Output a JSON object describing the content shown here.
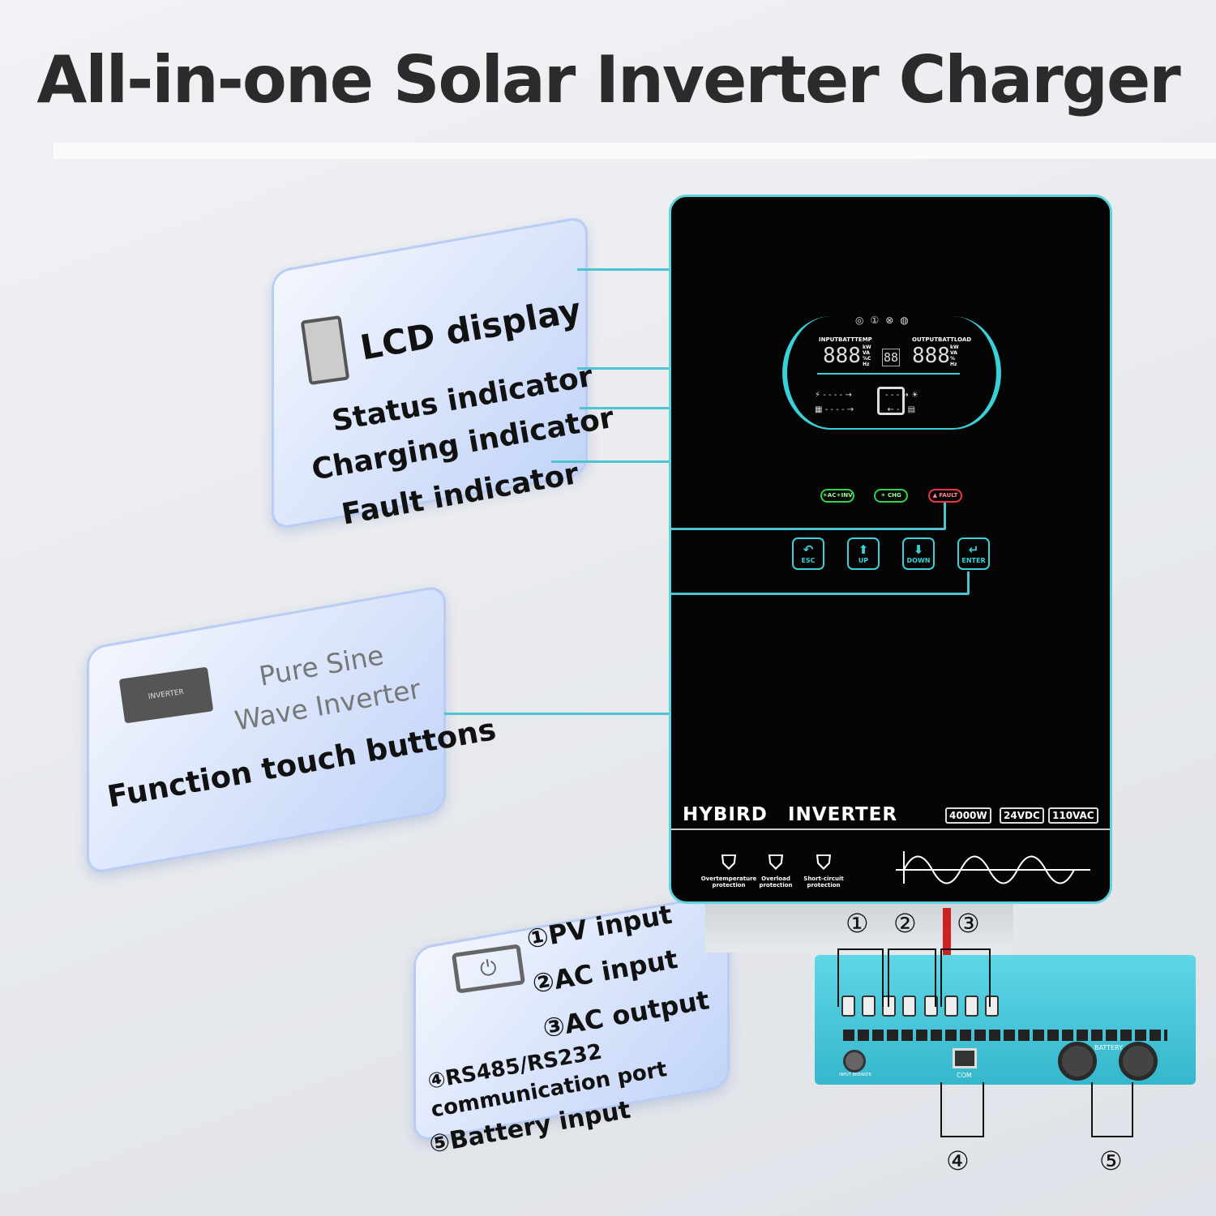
{
  "title": "All-in-one Solar Inverter Charger",
  "callouts": {
    "lcd": {
      "heading": "LCD display",
      "items": [
        "Status indicator",
        "Charging indicator",
        "Fault indicator"
      ],
      "icon": "lcd-controller-icon"
    },
    "buttons": {
      "subheading_1": "Pure Sine",
      "subheading_2": "Wave Inverter",
      "heading": "Function touch buttons",
      "icon_label": "INVERTER"
    },
    "ports": {
      "items": [
        "①PV input",
        "②AC input",
        "③AC output"
      ],
      "extra_1": "④RS485/RS232",
      "extra_2": "communication port",
      "extra_3": "⑤Battery input",
      "icon": "plug-icon"
    }
  },
  "inverter": {
    "lcd": {
      "input_label": "INPUTBATTTEMP",
      "output_label": "OUTPUTBATTLOAD",
      "digits_left": "888",
      "digits_mid": "88",
      "digits_right": "888",
      "units_left": "kW VA %C Hz",
      "units_right": "kW VA % Hz"
    },
    "indicators": [
      "☀AC☀INV",
      "☀ CHG",
      "▲ FAULT"
    ],
    "buttons": [
      {
        "label": "ESC",
        "icon": "↶"
      },
      {
        "label": "UP",
        "icon": "⬆"
      },
      {
        "label": "DOWN",
        "icon": "⬇"
      },
      {
        "label": "ENTER",
        "icon": "↵"
      }
    ],
    "brand_1": "HYBIRD",
    "brand_2": "INVERTER",
    "specs": [
      "4000W",
      "24VDC",
      "110VAC"
    ],
    "protections": [
      "Overtemperature protection",
      "Overload protection",
      "Short-circuit protection"
    ],
    "accent": "#4fc3cf"
  },
  "port_numbers": [
    "①",
    "②",
    "③",
    "④",
    "⑤"
  ],
  "unit": {
    "com_label": "COM",
    "battery_label": "BATTERY",
    "breaker_label": "INPUT BREAKER"
  }
}
